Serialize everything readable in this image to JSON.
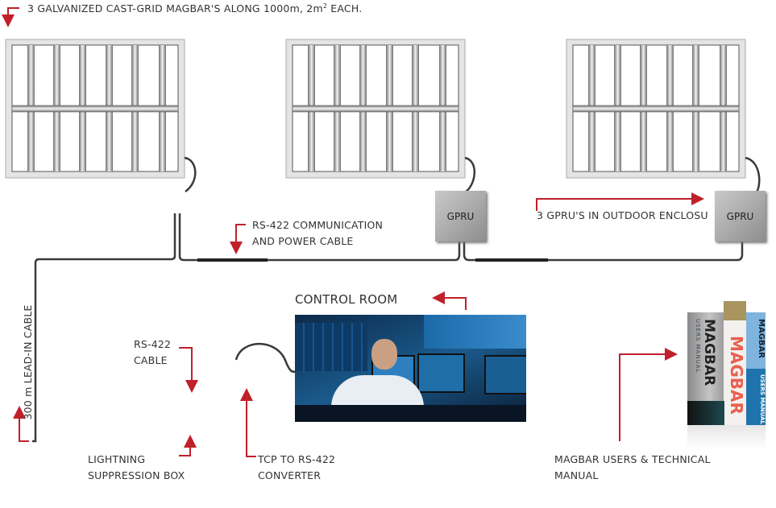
{
  "title": {
    "text": "3 GALVANIZED CAST-GRID MAGBAR'S ALONG 1000m, 2m",
    "sup": "2",
    "suffix": " EACH."
  },
  "labels": {
    "rs422_comm_line1": "RS-422 COMMUNICATION",
    "rs422_comm_line2": "AND POWER CABLE",
    "gpru_enclosure": "3 GPRU'S IN OUTDOOR ENCLOSU",
    "lead_in": "300 m LEAD-IN CABLE",
    "control_room": "CONTROL ROOM",
    "rs422_cable_line1": "RS-422",
    "rs422_cable_line2": "CABLE",
    "lightning_line1": "LIGHTNING",
    "lightning_line2": "SUPPRESSION BOX",
    "tcp_line1": "TCP TO RS-422",
    "tcp_line2": "CONVERTER",
    "manual_line1": "MAGBAR USERS & TECHNICAL",
    "manual_line2": "MANUAL"
  },
  "gpru_units": [
    "GPRU",
    "GPRU"
  ],
  "books": {
    "book1_title": "MAGBAR",
    "book1_sub": "USERS MANUAL",
    "book2_title": "MAGBAR",
    "book3_title": "MAGBAR",
    "book3_sub": "USERS MANUAL"
  },
  "colors": {
    "arrow": "#c0202a",
    "cable": "#3a3a3a",
    "text": "#333333"
  }
}
